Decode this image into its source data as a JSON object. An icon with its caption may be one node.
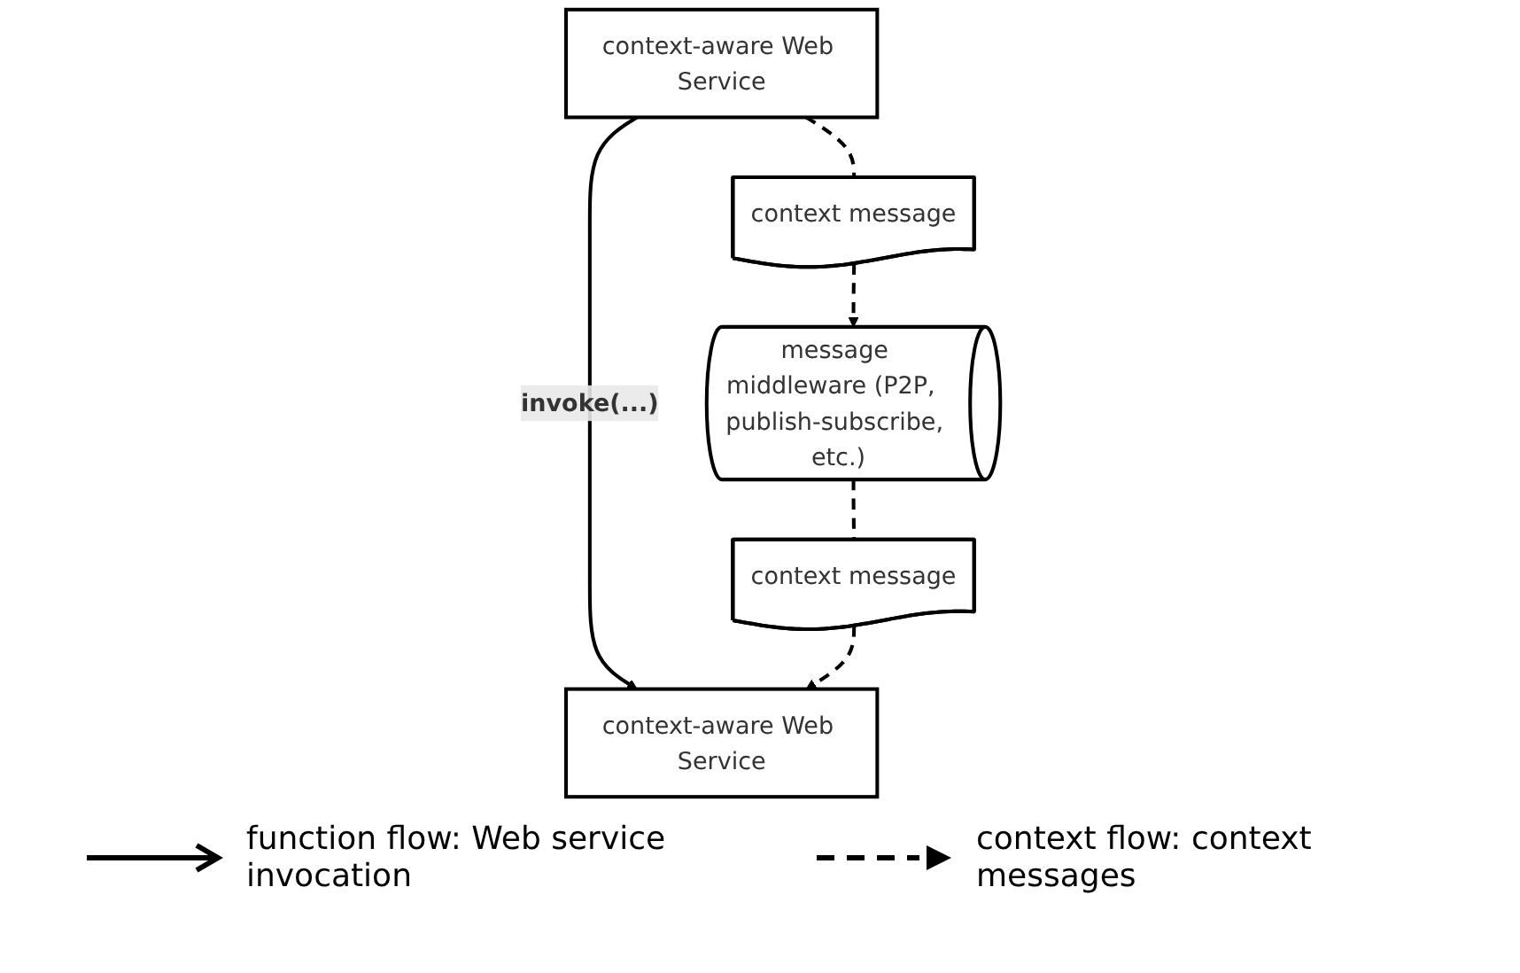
{
  "diagram": {
    "nodes": [
      {
        "text": [
          "context-aware Web Service"
        ]
      },
      {
        "text": [
          "context-aware Web Service"
        ]
      },
      {
        "text": [
          "context message"
        ]
      },
      {
        "text": [
          "context message"
        ]
      },
      {
        "text": [
          "message middleware (P2P,  publish-subscribe, etc.)"
        ]
      }
    ],
    "edges": [
      {
        "from": 0,
        "to": 1,
        "arrow": "to",
        "label": "invoke(...)"
      },
      {
        "from": 0,
        "to": 2,
        "arrow": "none",
        "style": "dashed"
      },
      {
        "from": 2,
        "to": 4,
        "arrow": "to",
        "style": "dashed"
      },
      {
        "from": 4,
        "to": 3,
        "arrow": "none",
        "style": "dashed"
      },
      {
        "from": 3,
        "to": 1,
        "arrow": "to",
        "style": "dashed"
      }
    ],
    "legend": [
      {
        "text": "function flow:  Web service invocation"
      },
      {
        "text": "context flow: context messages"
      }
    ]
  }
}
